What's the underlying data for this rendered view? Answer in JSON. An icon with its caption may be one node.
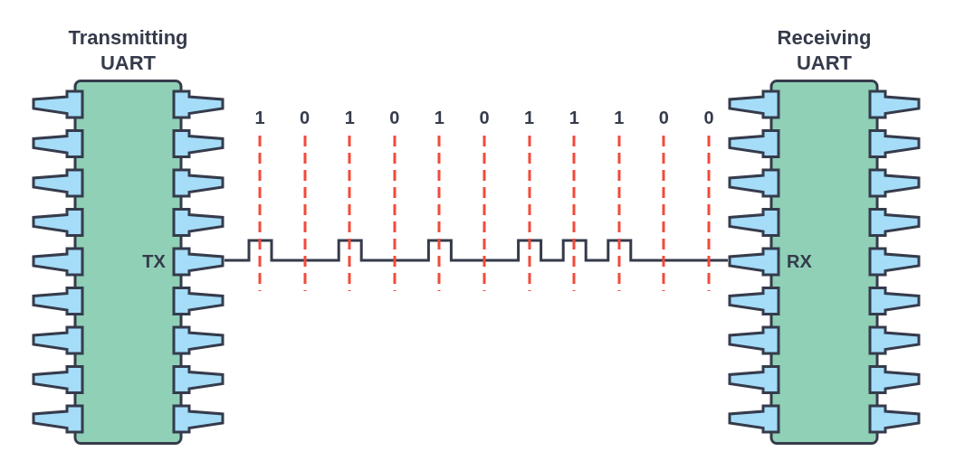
{
  "diagram": {
    "nodes": [
      {
        "text": [
          "Transmitting UART",
          "TX"
        ]
      },
      {
        "text": [
          "Receiving UART",
          "RX"
        ]
      }
    ],
    "edges": [
      {
        "from": 0,
        "to": 1,
        "arrow": "none"
      }
    ],
    "labels": [
      "1",
      "0",
      "1",
      "0",
      "1",
      "0",
      "1",
      "1",
      "1",
      "0",
      "0"
    ]
  }
}
